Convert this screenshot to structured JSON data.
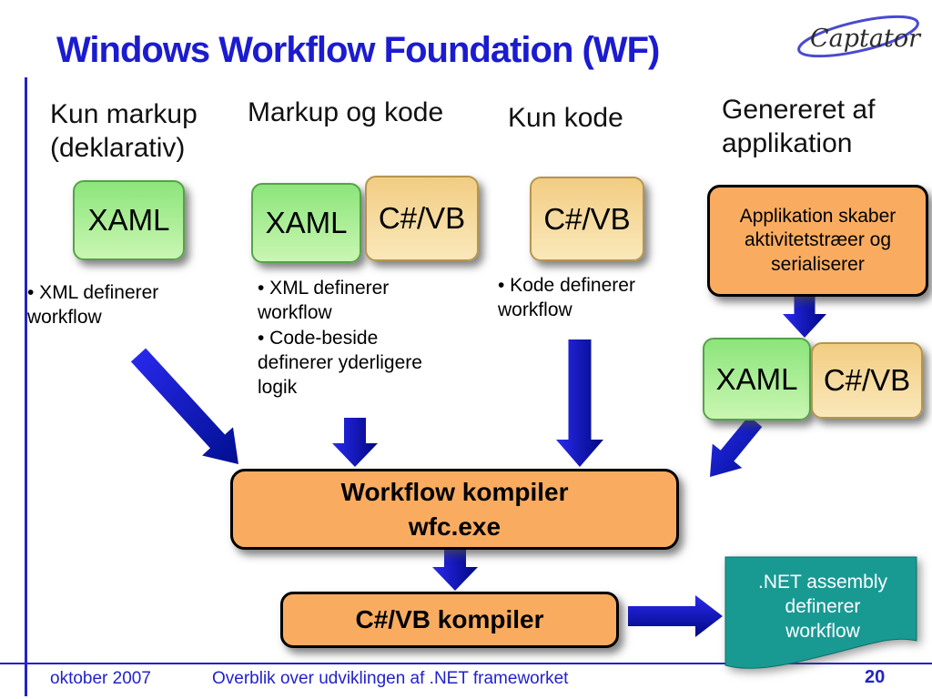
{
  "title": "Windows Workflow Foundation (WF)",
  "logo": {
    "text": "Captator"
  },
  "columns": {
    "c1": {
      "header": "Kun markup (deklarativ)",
      "bullets": [
        "• XML definerer workflow"
      ]
    },
    "c2": {
      "header": "Markup og kode",
      "bullets": [
        "• XML definerer workflow",
        "• Code-beside definerer yderligere logik"
      ]
    },
    "c3": {
      "header": "Kun kode",
      "bullets": [
        "• Kode definerer workflow"
      ]
    },
    "c4": {
      "header": "Genereret af applikation"
    }
  },
  "boxes": {
    "xaml": "XAML",
    "csvb": "C#/VB",
    "app_creates": "Applikation skaber aktivitetstræer og serialiserer",
    "workflow_compiler_line1": "Workflow kompiler",
    "workflow_compiler_line2": "wfc.exe",
    "csvb_compiler": "C#/VB kompiler",
    "net_assembly": ".NET assembly definerer workflow"
  },
  "footer": {
    "date": "oktober 2007",
    "center": "Overblik over udviklingen af .NET frameworket",
    "page": "20"
  },
  "colors": {
    "accent_blue": "#2222cc",
    "title_blue": "#1b1bd0",
    "arrow_light": "#2a2aef",
    "arrow_dark": "#000880",
    "orange_box": "#f9ac60",
    "green_box_top": "#8ce57b",
    "tan_box_top": "#f2cd83",
    "teal_box": "#189a93"
  }
}
